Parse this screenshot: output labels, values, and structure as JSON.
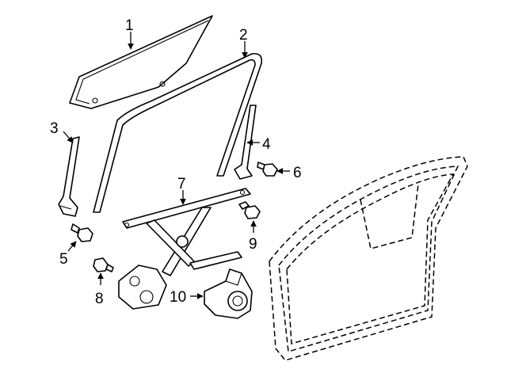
{
  "callouts": [
    {
      "id": "1",
      "label": "1"
    },
    {
      "id": "2",
      "label": "2"
    },
    {
      "id": "3",
      "label": "3"
    },
    {
      "id": "4",
      "label": "4"
    },
    {
      "id": "5",
      "label": "5"
    },
    {
      "id": "6",
      "label": "6"
    },
    {
      "id": "7",
      "label": "7"
    },
    {
      "id": "8",
      "label": "8"
    },
    {
      "id": "9",
      "label": "9"
    },
    {
      "id": "10",
      "label": "10"
    }
  ]
}
